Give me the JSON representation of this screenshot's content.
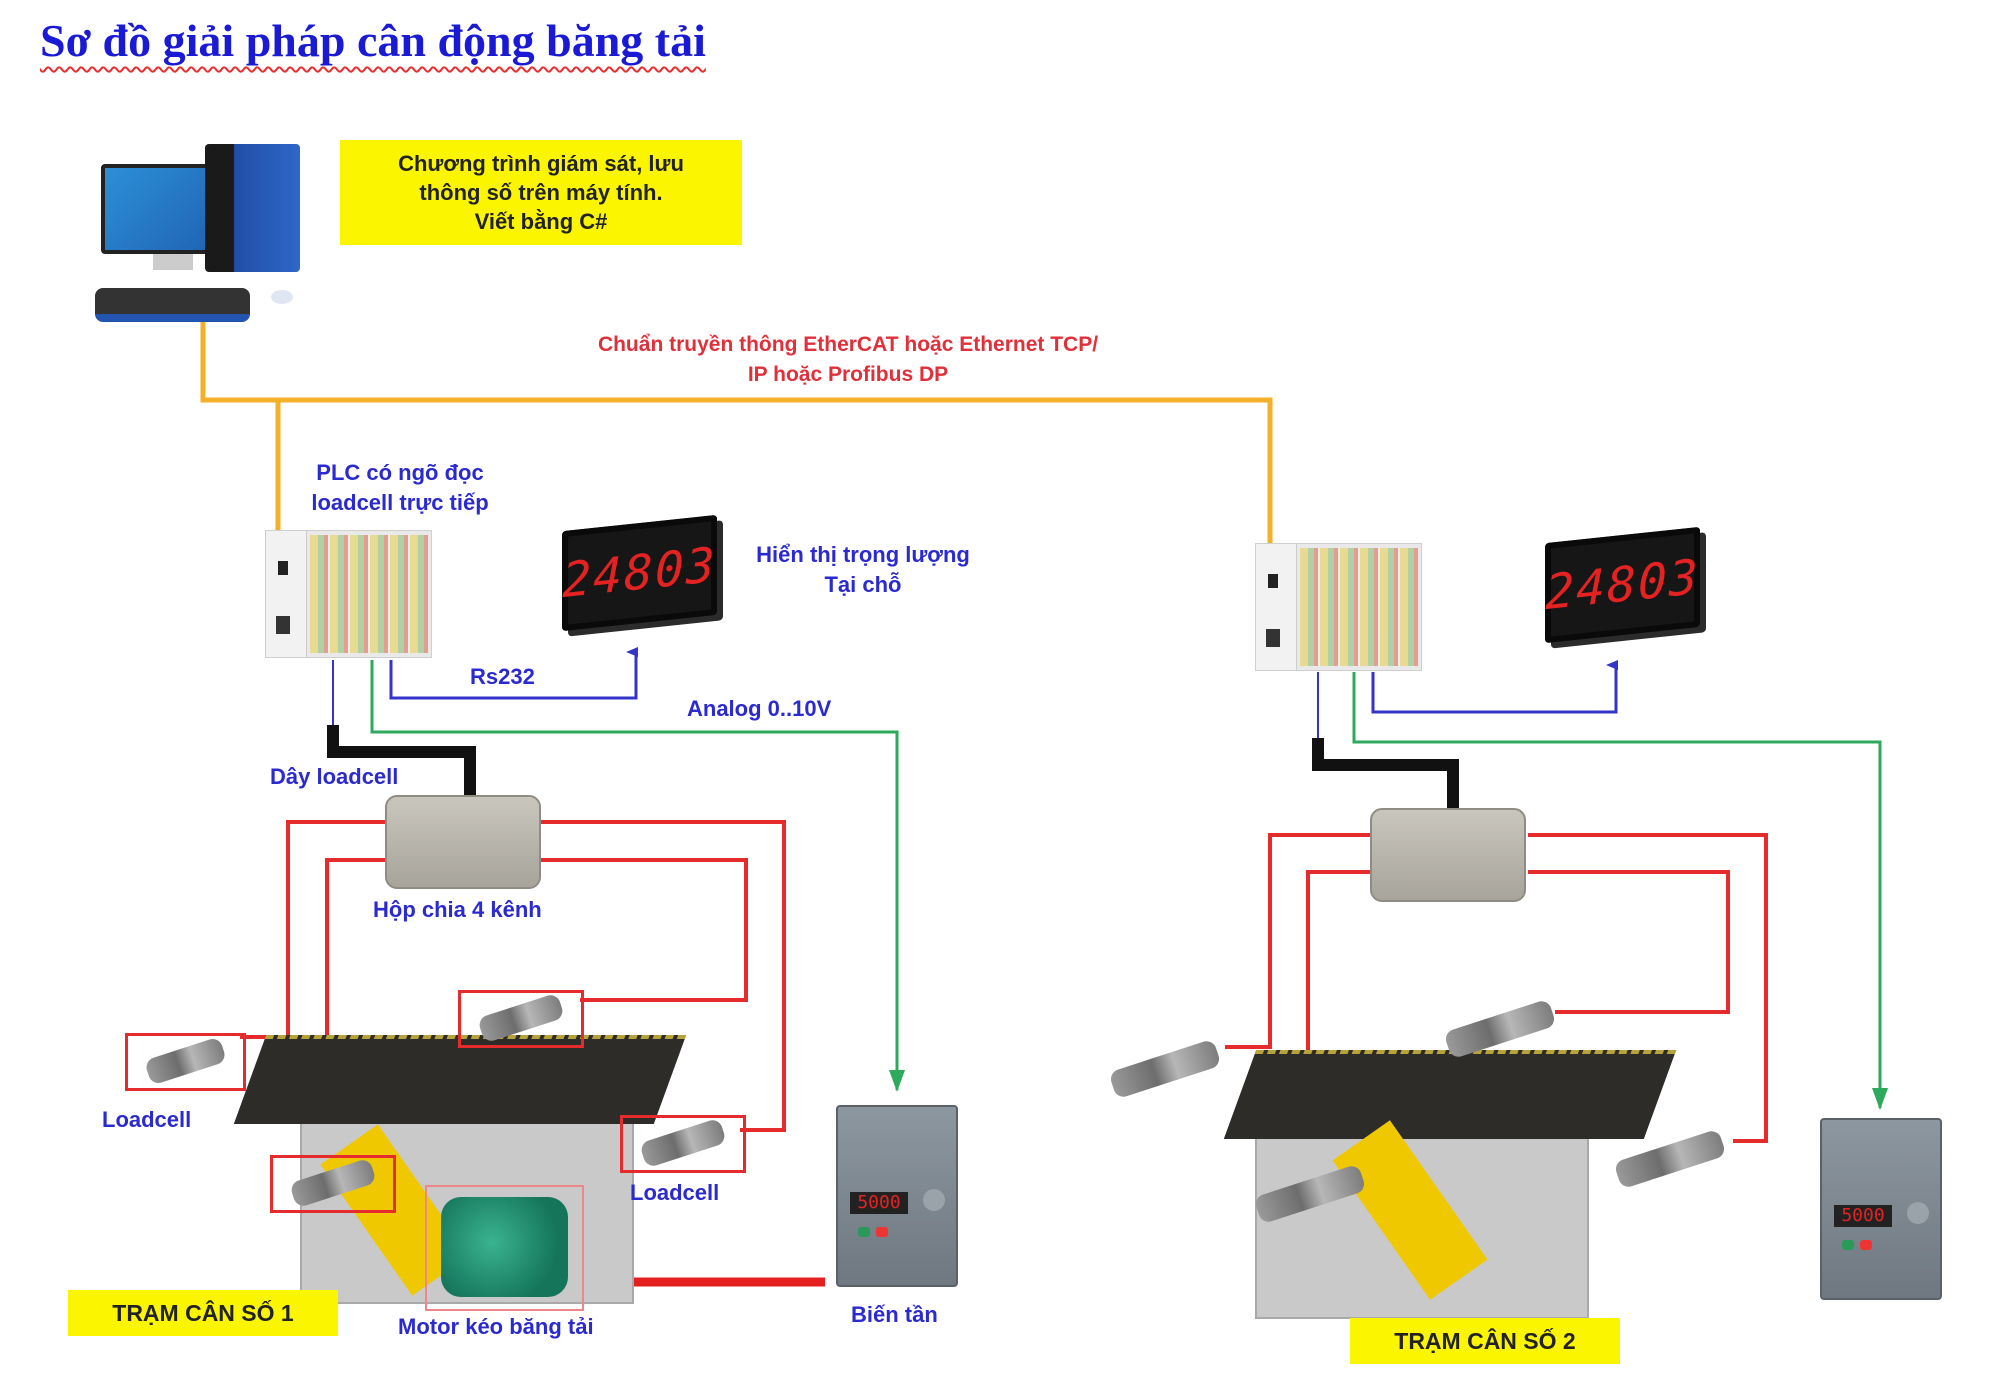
{
  "title": "Sơ đồ giải pháp cân động băng tải",
  "pc": {
    "icon": "desktop-computer-icon",
    "note_lines": [
      "Chương trình giám sát, lưu",
      "thông số trên máy tính.",
      "Viết bằng C#"
    ]
  },
  "network": {
    "label_lines": [
      "Chuẩn truyền thông EtherCAT hoặc Ethernet TCP/",
      "IP hoặc Profibus DP"
    ],
    "color": "#f5a623"
  },
  "station1": {
    "plc_label_lines": [
      "PLC có ngõ đọc",
      "loadcell trực tiếp"
    ],
    "display_value": "24803",
    "display_label_lines": [
      "Hiển thị trọng lượng",
      "Tại chỗ"
    ],
    "rs232_label": "Rs232",
    "analog_label": "Analog 0..10V",
    "loadcell_cable_label": "Dây loadcell",
    "junction_box_label": "Hộp chia 4 kênh",
    "loadcell_labels": [
      "Loadcell",
      "Loadcell"
    ],
    "motor_label": "Motor kéo băng tải",
    "vfd_label": "Biến tần",
    "vfd_display": "5000",
    "station_label": "TRẠM CÂN SỐ 1"
  },
  "station2": {
    "display_value": "24803",
    "vfd_display": "5000",
    "station_label": "TRẠM CÂN SỐ 2"
  },
  "colors": {
    "title": "#1a1ad6",
    "label_blue": "#2a2ad0",
    "label_red": "#e0303a",
    "highlight_yellow": "#fbf500",
    "wire_red": "#e52b2b",
    "wire_green": "#2eaa5c",
    "wire_blue": "#3434c8",
    "wire_black": "#111111"
  }
}
